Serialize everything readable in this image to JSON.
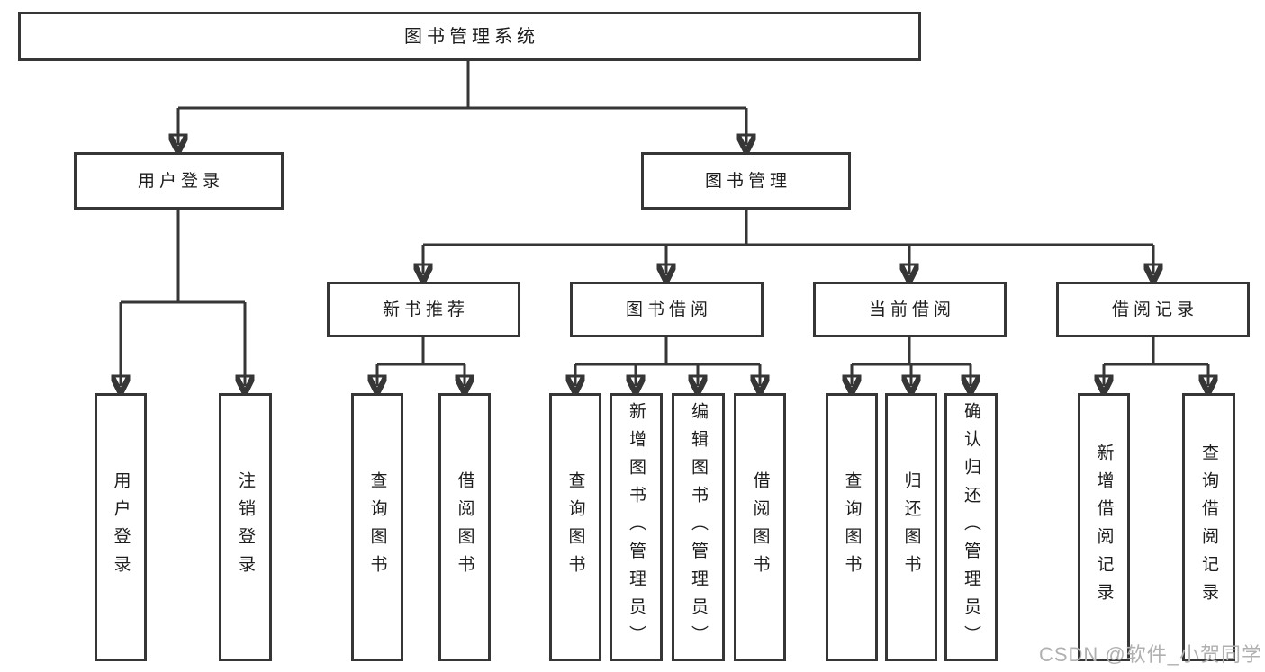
{
  "diagram": {
    "root": {
      "label": "图书管理系统"
    },
    "branches": {
      "user_login": {
        "label": "用户登录",
        "children": {
          "login": "用户登录",
          "logout": "注销登录"
        }
      },
      "book_manage": {
        "label": "图书管理",
        "children": {
          "new_recommend": {
            "label": "新书推荐",
            "children": {
              "query": "查询图书",
              "borrow": "借阅图书"
            }
          },
          "book_borrow": {
            "label": "图书借阅",
            "children": {
              "query": "查询图书",
              "add": "新增图书（管理员）",
              "edit": "编辑图书（管理员）",
              "borrow": "借阅图书"
            }
          },
          "current_borrow": {
            "label": "当前借阅",
            "children": {
              "query": "查询图书",
              "return": "归还图书",
              "confirm": "确认归还（管理员）"
            }
          },
          "borrow_record": {
            "label": "借阅记录",
            "children": {
              "add": "新增借阅记录",
              "query": "查询借阅记录"
            }
          }
        }
      }
    },
    "colors": {
      "line": "#363636",
      "text": "#1d1d1d",
      "background": "#ffffff",
      "watermark": "#b0b0b0"
    }
  },
  "watermark": {
    "text": "CSDN @软件_小贺同学"
  }
}
